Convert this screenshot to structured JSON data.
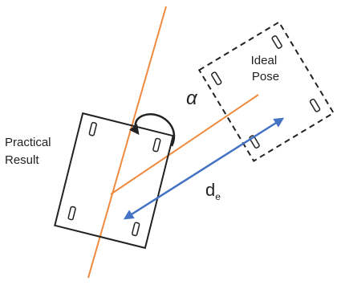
{
  "labels": {
    "ideal_pose": [
      "Ideal",
      "Pose"
    ],
    "practical_result": [
      "Practical",
      "Result"
    ],
    "angle_symbol": "α",
    "distance_symbol_main": "d",
    "distance_symbol_sub": "e"
  },
  "colors": {
    "axis_line": "#f08a3e",
    "distance_arrow": "#4472c4",
    "outline": "#222222"
  }
}
